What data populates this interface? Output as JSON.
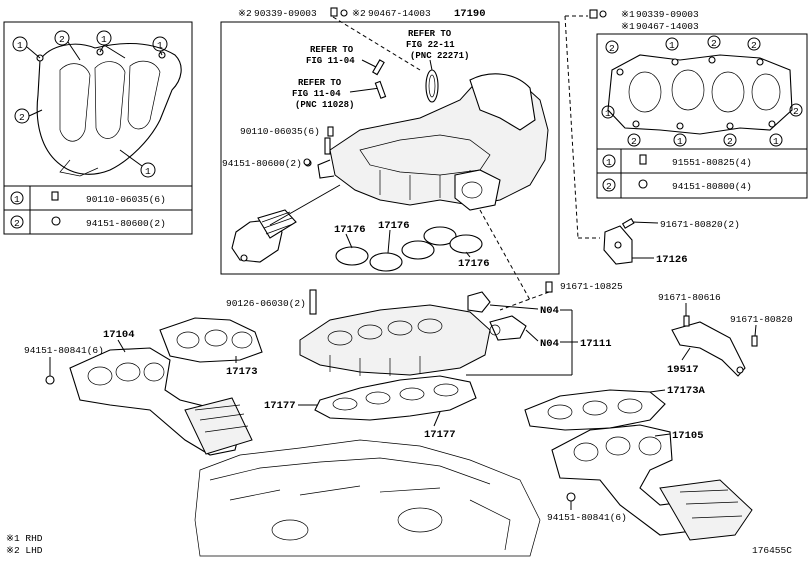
{
  "diagram": {
    "top_callouts_left": {
      "mark1": "※2",
      "pn1": "90339-09003",
      "mark2": "※2",
      "pn2": "90467-14003"
    },
    "top_callouts_right": {
      "mark1": "※1",
      "pn1": "90339-09003",
      "mark2": "※1",
      "pn2": "90467-14003"
    },
    "main_part": "17190",
    "refer_notes": [
      {
        "l1": "REFER TO",
        "l2": "FIG 11-04"
      },
      {
        "l1": "REFER TO",
        "l2": "FIG 11-04",
        "l3": "(PNC 11028)"
      },
      {
        "l1": "REFER TO",
        "l2": "FIG 22-11",
        "l3": "(PNC 22271)"
      }
    ],
    "center_labels": {
      "bolt_a": "90110-06035(6)",
      "nut_a": "94151-80600(2)",
      "gasket_1": "17176",
      "gasket_2": "17176",
      "gasket_3": "17176",
      "bracket": "17126",
      "bolt_b": "91671-80820(2)",
      "bolt_c": "91671-10825",
      "stud": "90126-06030(2)",
      "manifold_lower": "17111",
      "n04_a": "N04",
      "n04_b": "N04",
      "gasket_lower": "17177",
      "gasket_lower_2": "17177",
      "gasket_left": "17173",
      "gasket_right": "17173A",
      "exhaust_left": "17104",
      "exhaust_right": "17105",
      "nut_left": "94151-80841(6)",
      "nut_right": "94151-80841(6)",
      "bracket_r": "19517",
      "bolt_r1": "91671-80616",
      "bolt_r2": "91671-80820"
    },
    "left_legend": [
      {
        "num": "1",
        "pn": "90110-06035(6)"
      },
      {
        "num": "2",
        "pn": "94151-80600(2)"
      }
    ],
    "right_legend": [
      {
        "num": "1",
        "pn": "91551-80825(4)"
      },
      {
        "num": "2",
        "pn": "94151-80800(4)"
      }
    ],
    "left_inset_marks": [
      "1",
      "2",
      "1",
      "1",
      "2",
      "1"
    ],
    "right_inset_marks": [
      "2",
      "1",
      "2",
      "2",
      "1",
      "2",
      "1",
      "2",
      "1",
      "2"
    ],
    "footnotes": {
      "rhd": "※1 RHD",
      "lhd": "※2 LHD"
    },
    "figure_id": "176455C"
  }
}
